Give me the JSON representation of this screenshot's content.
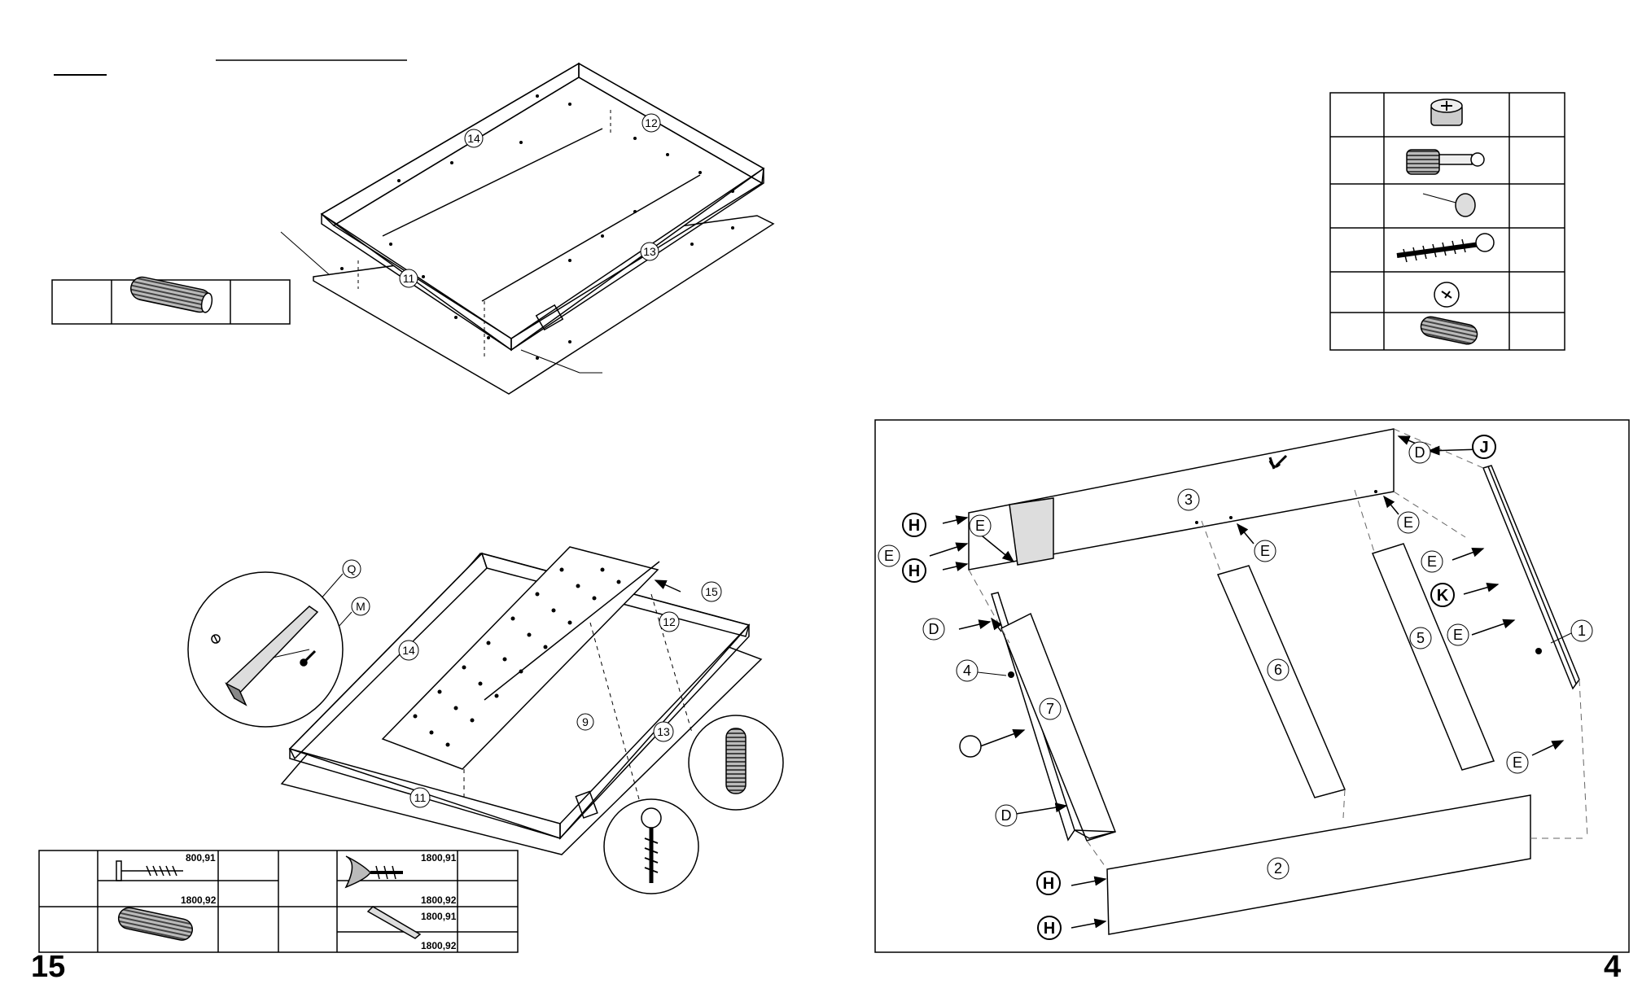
{
  "left_page": {
    "page_number": "15",
    "top_diagram": {
      "callouts": [
        "14",
        "12",
        "13",
        "11"
      ]
    },
    "bottom_diagram": {
      "callouts": [
        "Q",
        "M",
        "15",
        "14",
        "12",
        "9",
        "13",
        "11"
      ]
    },
    "hardware_table": {
      "codes": [
        "800,91",
        "1800,92",
        "1800,91",
        "1800,92",
        "1800,91",
        "1800,92"
      ]
    }
  },
  "right_page": {
    "page_number": "4",
    "parts_callouts": [
      "3",
      "6",
      "5",
      "7",
      "2",
      "1",
      "4"
    ],
    "hardware_letters": [
      "H",
      "H",
      "H",
      "H",
      "J",
      "K"
    ],
    "connector_letters": [
      "D",
      "E",
      "E",
      "E",
      "E",
      "E",
      "E",
      "E",
      "E",
      "D",
      "D"
    ],
    "hardware_key_rows": [
      "cam-lock",
      "cam-dowel",
      "nail",
      "screw",
      "cap",
      "wood-dowel"
    ]
  }
}
